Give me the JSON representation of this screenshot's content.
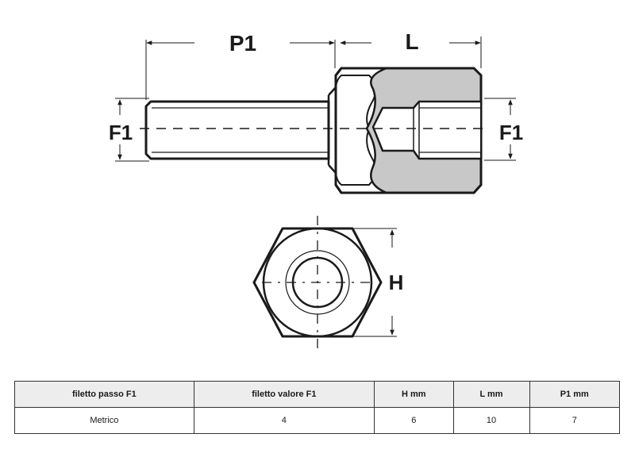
{
  "labels": {
    "p1": "P1",
    "l": "L",
    "f1_left": "F1",
    "f1_right": "F1",
    "h": "H"
  },
  "table": {
    "headers": [
      "filetto passo F1",
      "filetto valore F1",
      "H mm",
      "L mm",
      "P1  mm"
    ],
    "rows": [
      [
        "Metrico",
        "4",
        "6",
        "10",
        "7"
      ]
    ]
  },
  "colors": {
    "line": "#1a1a1a",
    "section_fill": "#c8c8c8",
    "header_fill": "#ededed"
  }
}
